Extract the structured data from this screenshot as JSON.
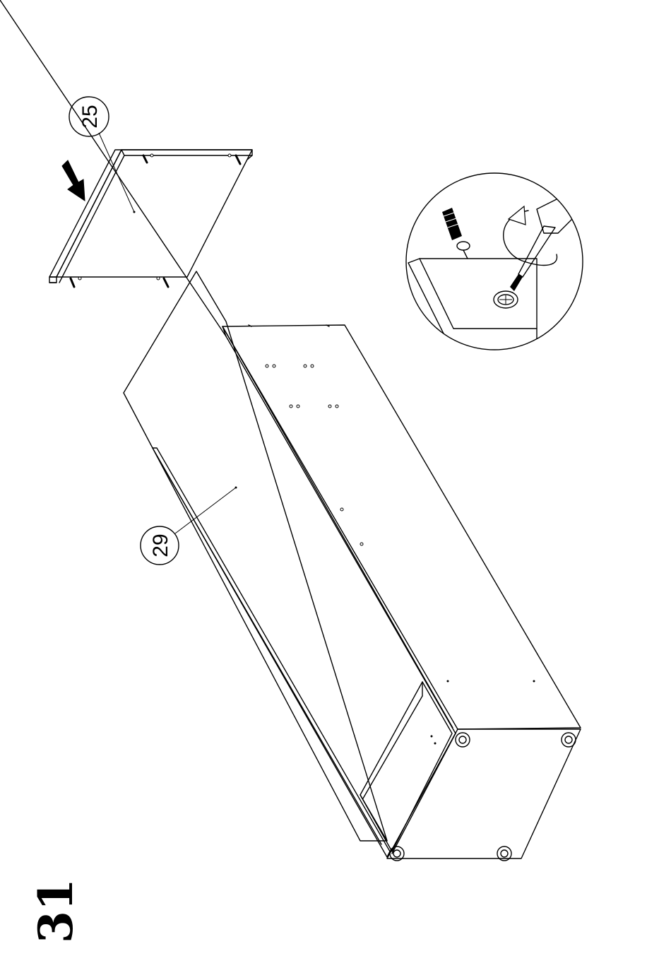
{
  "step": {
    "number": "31"
  },
  "parts": [
    {
      "id": "25",
      "label": "25"
    },
    {
      "id": "29",
      "label": "29"
    }
  ],
  "icons": {
    "arrow": "insert-direction-arrow-icon",
    "detail": "screwdriver-detail-icon"
  }
}
